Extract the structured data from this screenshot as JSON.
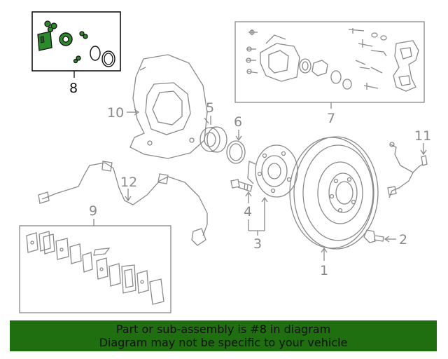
{
  "callouts": {
    "c1": "1",
    "c2": "2",
    "c3": "3",
    "c4": "4",
    "c5": "5",
    "c6": "6",
    "c7": "7",
    "c8": "8",
    "c9": "9",
    "c10": "10",
    "c11": "11",
    "c12": "12"
  },
  "banner": {
    "line1": "Part or sub-assembly is #8 in diagram",
    "line2": "Diagram may not be specific to your vehicle"
  },
  "colors": {
    "banner_bg": "#1f6e10",
    "highlight_part": "#2b8a2b",
    "line_art": "#8a8a8a"
  }
}
